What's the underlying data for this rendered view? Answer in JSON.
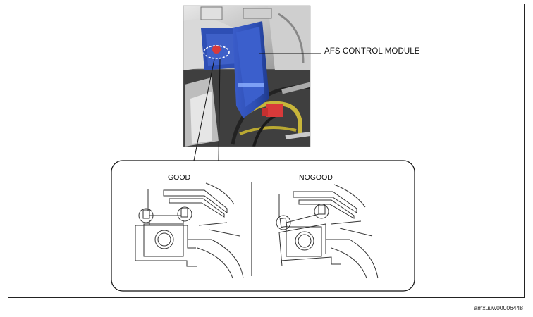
{
  "callout": {
    "module_label": "AFS CONTROL MODULE"
  },
  "detail": {
    "good_label": "GOOD",
    "nogood_label": "NOGOOD"
  },
  "figure": {
    "id": "amxuuw00006448"
  },
  "colors": {
    "module": "#2e4fb5",
    "connector": "#d83a3a",
    "harness": "#c8b63a",
    "outline": "#333333"
  }
}
